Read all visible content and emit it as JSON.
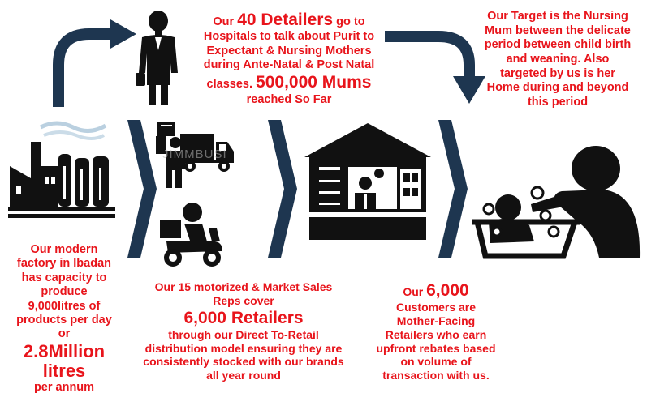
{
  "colors": {
    "navy": "#1e3650",
    "red": "#e8141b",
    "black": "#111111"
  },
  "factory_text": {
    "line1": "Our modern",
    "line2": "factory in Ibadan",
    "line3": "has capacity to",
    "line4": "produce",
    "line5": "9,000litres of",
    "line6": "products per day",
    "line7": "or",
    "big1": "2.8Million",
    "big2": "litres",
    "line8": "per annum"
  },
  "detailers_text": {
    "prefix": "Our ",
    "highlight": "40 Detailers",
    "suffix": " go to",
    "line2": "Hospitals to talk about Purit to",
    "line3": "Expectant & Nursing  Mothers",
    "line4": "during Ante-Natal & Post Natal",
    "line5a": "classes. ",
    "line5b": "500,000 Mums",
    "line6": "reached So Far"
  },
  "target_text": {
    "line1": "Our Target is the Nursing",
    "line2": "Mum between the delicate",
    "line3": "period between child birth",
    "line4": "and weaning. Also",
    "line5": "targeted by us is her",
    "line6": "Home during and beyond",
    "line7": "this period"
  },
  "reps_text": {
    "line1": "Our 15 motorized & Market Sales",
    "line2": "Reps cover",
    "big": "6,000 Retailers",
    "line3": "through our Direct To-Retail",
    "line4": "distribution model ensuring they are",
    "line5": "consistently stocked with our brands",
    "line6": "all year round"
  },
  "customers_text": {
    "prefix": "Our ",
    "big": "6,000",
    "line2": "Customers are",
    "line3": "Mother-Facing",
    "line4": "Retailers who earn",
    "line5": "upfront rebates based",
    "line6": "on volume of",
    "line7": "transaction with us."
  },
  "watermark": "JIMMBUSI",
  "icons": [
    "factory-icon",
    "businesswoman-icon",
    "delivery-man-icon",
    "delivery-truck-icon",
    "motorcycle-courier-icon",
    "shop-icon",
    "mother-bathing-baby-icon",
    "curved-arrow-icon",
    "chevron-icon"
  ]
}
